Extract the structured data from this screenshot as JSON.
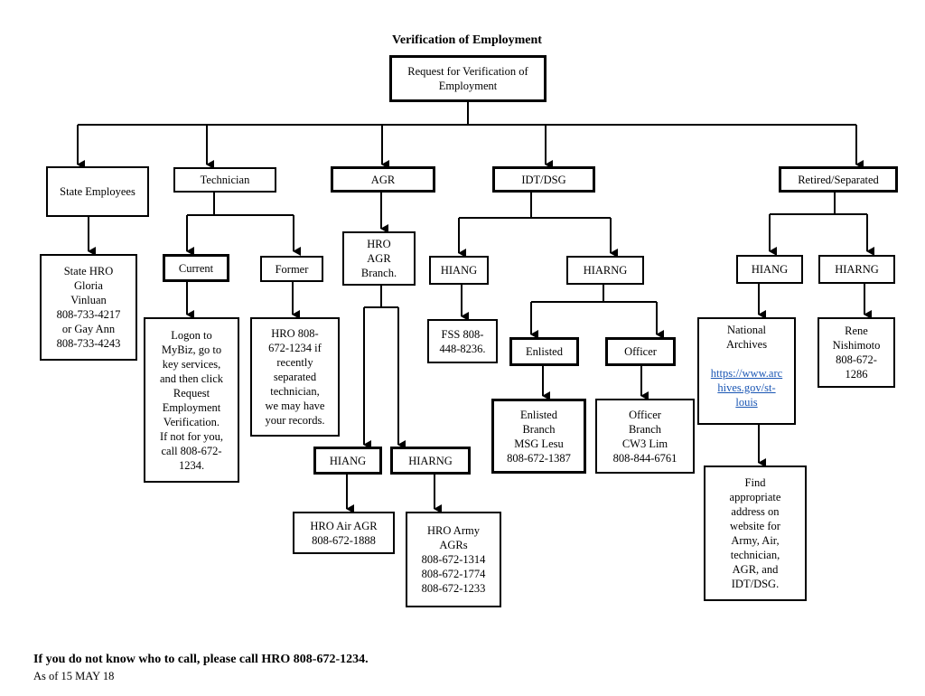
{
  "title": "Verification of Employment",
  "root": "Request for Verification of Employment",
  "state": {
    "label": "State Employees",
    "contact": [
      "State HRO",
      "Gloria",
      "Vinluan",
      "808-733-4217",
      "or Gay Ann",
      "808-733-4243"
    ]
  },
  "technician": {
    "label": "Technician",
    "current": {
      "label": "Current",
      "text": [
        "Logon to",
        "MyBiz, go to",
        "key services,",
        "and then click",
        "Request",
        "Employment",
        "Verification.",
        "If not for you,",
        "call 808-672-",
        "1234."
      ]
    },
    "former": {
      "label": "Former",
      "text": [
        "HRO 808-",
        "672-1234 if",
        "recently",
        "separated",
        "technician,",
        "we may have",
        "your records."
      ]
    }
  },
  "agr": {
    "label": "AGR",
    "branch": [
      "HRO",
      "AGR",
      "Branch."
    ],
    "hiang": {
      "label": "HIANG",
      "contact": [
        "HRO Air AGR",
        "808-672-1888"
      ]
    },
    "hiarng": {
      "label": "HIARNG",
      "contact": [
        "HRO Army",
        "AGRs",
        "808-672-1314",
        "808-672-1774",
        "808-672-1233"
      ]
    }
  },
  "idt": {
    "label": "IDT/DSG",
    "hiang": {
      "label": "HIANG",
      "contact": [
        "FSS 808-",
        "448-8236."
      ]
    },
    "hiarng": {
      "label": "HIARNG",
      "enlisted": {
        "label": "Enlisted",
        "contact": [
          "Enlisted",
          "Branch",
          "MSG Lesu",
          "808-672-1387"
        ]
      },
      "officer": {
        "label": "Officer",
        "contact": [
          "Officer",
          "Branch",
          "CW3 Lim",
          "808-844-6761"
        ]
      }
    }
  },
  "retired": {
    "label": "Retired/Separated",
    "hiang": {
      "label": "HIANG",
      "archives": {
        "name": [
          "National",
          "Archives"
        ],
        "link": [
          "https://www.arc",
          "hives.gov/st-",
          "louis"
        ]
      },
      "find": [
        "Find",
        "appropriate",
        "address on",
        "website for",
        "Army, Air,",
        "technician,",
        "AGR, and",
        "IDT/DSG."
      ]
    },
    "hiarng": {
      "label": "HIARNG",
      "contact": [
        "Rene",
        "Nishimoto",
        "808-672-",
        "1286"
      ]
    }
  },
  "footer": {
    "note": "If you do not know who to call, please call HRO 808-672-1234.",
    "date": "As of 15 MAY 18"
  }
}
